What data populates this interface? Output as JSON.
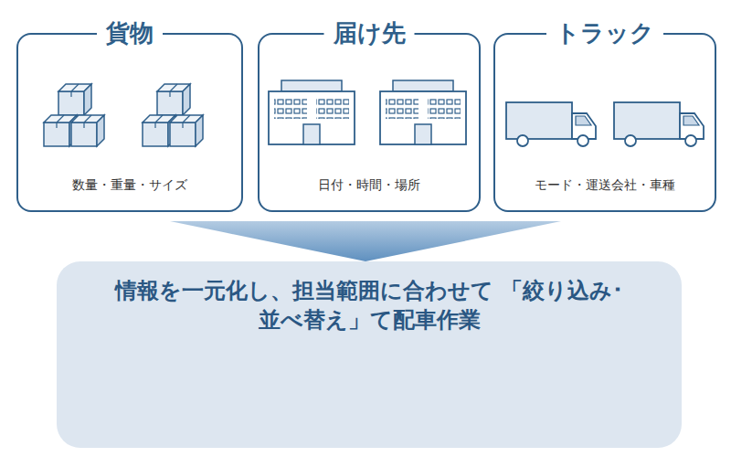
{
  "diagram": {
    "nodes": [
      {
        "text": [
          "貨物",
          "数量・重量・サイズ"
        ]
      },
      {
        "text": [
          "届け先",
          "日付・時間・場所"
        ]
      },
      {
        "text": [
          "トラック",
          "モード・運送会社・車種"
        ]
      },
      {
        "text": [
          "情報を一元化し、担当範囲に合わせて 「絞り込み･並べ替え」て配車作業"
        ]
      }
    ]
  }
}
